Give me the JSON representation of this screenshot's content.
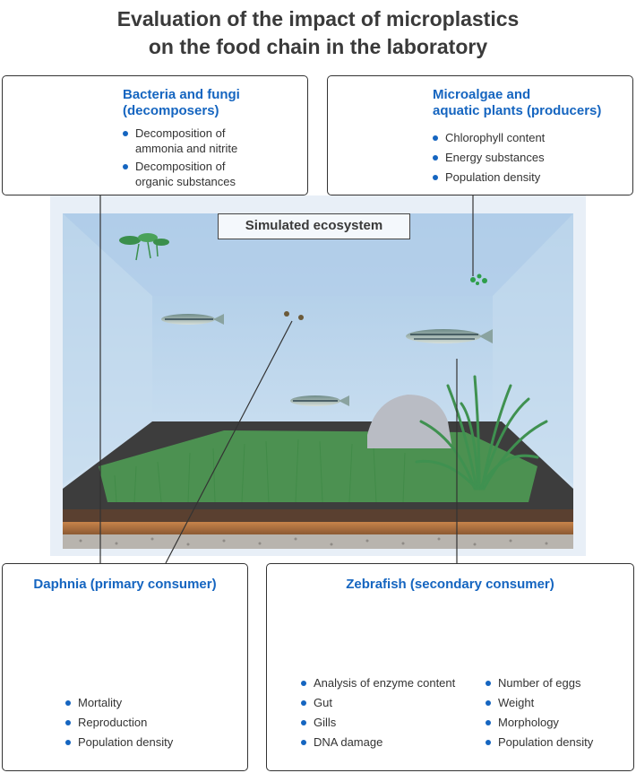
{
  "title": {
    "line1": "Evaluation of the impact of microplastics",
    "line2": "on the food chain in the laboratory"
  },
  "ecosystem_label": "Simulated ecosystem",
  "boxes": {
    "decomposers": {
      "title_line1": "Bacteria and fungi",
      "title_line2": "(decomposers)",
      "items": [
        {
          "line1": "Decomposition of",
          "line2": "ammonia and nitrite"
        },
        {
          "line1": "Decomposition of",
          "line2": "organic substances"
        }
      ]
    },
    "producers": {
      "title_line1": "Microalgae and",
      "title_line2": "aquatic plants (producers)",
      "items": [
        "Chlorophyll content",
        "Energy substances",
        "Population density"
      ]
    },
    "primary": {
      "title": "Daphnia (primary consumer)",
      "items": [
        "Mortality",
        "Reproduction",
        "Population density"
      ]
    },
    "secondary": {
      "title": "Zebrafish (secondary consumer)",
      "items_left": [
        "Analysis of enzyme content",
        "Gut",
        "Gills",
        "DNA damage"
      ],
      "items_right": [
        "Number of eggs",
        "Weight",
        "Morphology",
        "Population density"
      ]
    }
  },
  "colors": {
    "heading_blue": "#1565c0",
    "water": "#bcd7ee",
    "soil": "#3a3a3a",
    "grass": "#4e9a53",
    "algae": "#2e9e4a"
  }
}
